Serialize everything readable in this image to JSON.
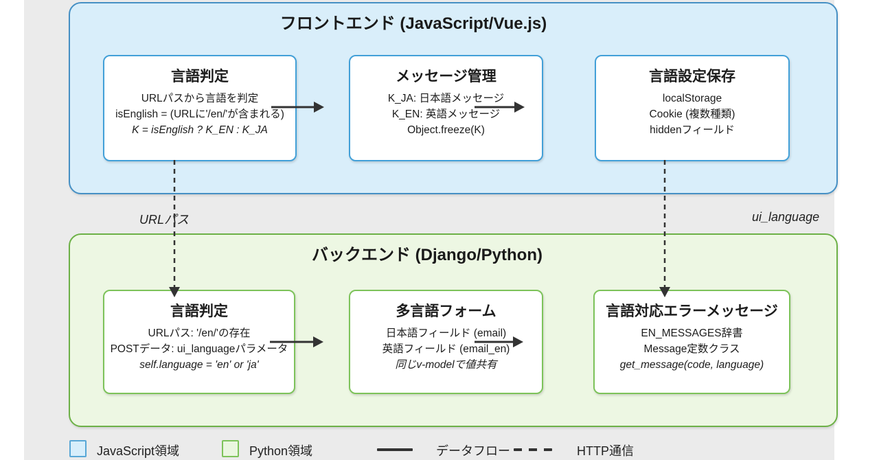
{
  "frontend": {
    "title": "フロントエンド (JavaScript/Vue.js)",
    "boxes": [
      {
        "title": "言語判定",
        "lines": [
          "URLパスから言語を判定",
          "isEnglish = (URLに'/en/'が含まれる)",
          "K = isEnglish ? K_EN : K_JA"
        ]
      },
      {
        "title": "メッセージ管理",
        "lines": [
          "K_JA: 日本語メッセージ",
          "K_EN: 英語メッセージ",
          "Object.freeze(K)"
        ]
      },
      {
        "title": "言語設定保存",
        "lines": [
          "localStorage",
          "Cookie (複数種類)",
          "hiddenフィールド"
        ]
      }
    ]
  },
  "backend": {
    "title": "バックエンド (Django/Python)",
    "boxes": [
      {
        "title": "言語判定",
        "lines": [
          "URLパス: '/en/'の存在",
          "POSTデータ: ui_languageパラメータ",
          "self.language = 'en' or 'ja'"
        ]
      },
      {
        "title": "多言語フォーム",
        "lines": [
          "日本語フィールド (email)",
          "英語フィールド (email_en)",
          "同じv-modelで値共有"
        ]
      },
      {
        "title": "言語対応エラーメッセージ",
        "lines": [
          "EN_MESSAGES辞書",
          "Message定数クラス",
          "get_message(code, language)"
        ]
      }
    ]
  },
  "flow_labels": {
    "left": "URLパス",
    "right": "ui_language"
  },
  "legend": {
    "items": [
      {
        "swatch": "javascript-region",
        "label": "JavaScript領域"
      },
      {
        "swatch": "python-region",
        "label": "Python領域"
      },
      {
        "swatch": "solid-line",
        "label": "データフロー"
      },
      {
        "swatch": "dashed-line",
        "label": "HTTP通信"
      }
    ]
  },
  "colors": {
    "canvas_bg": "#ebebeb",
    "frontend_fill": "#d9eefa",
    "frontend_border": "#4690c4",
    "frontend_node_border": "#42a0d8",
    "backend_fill": "#edf7e3",
    "backend_border": "#6db147",
    "backend_node_border": "#7dc35a",
    "arrow": "#333333",
    "text": "#1c1c1c"
  }
}
